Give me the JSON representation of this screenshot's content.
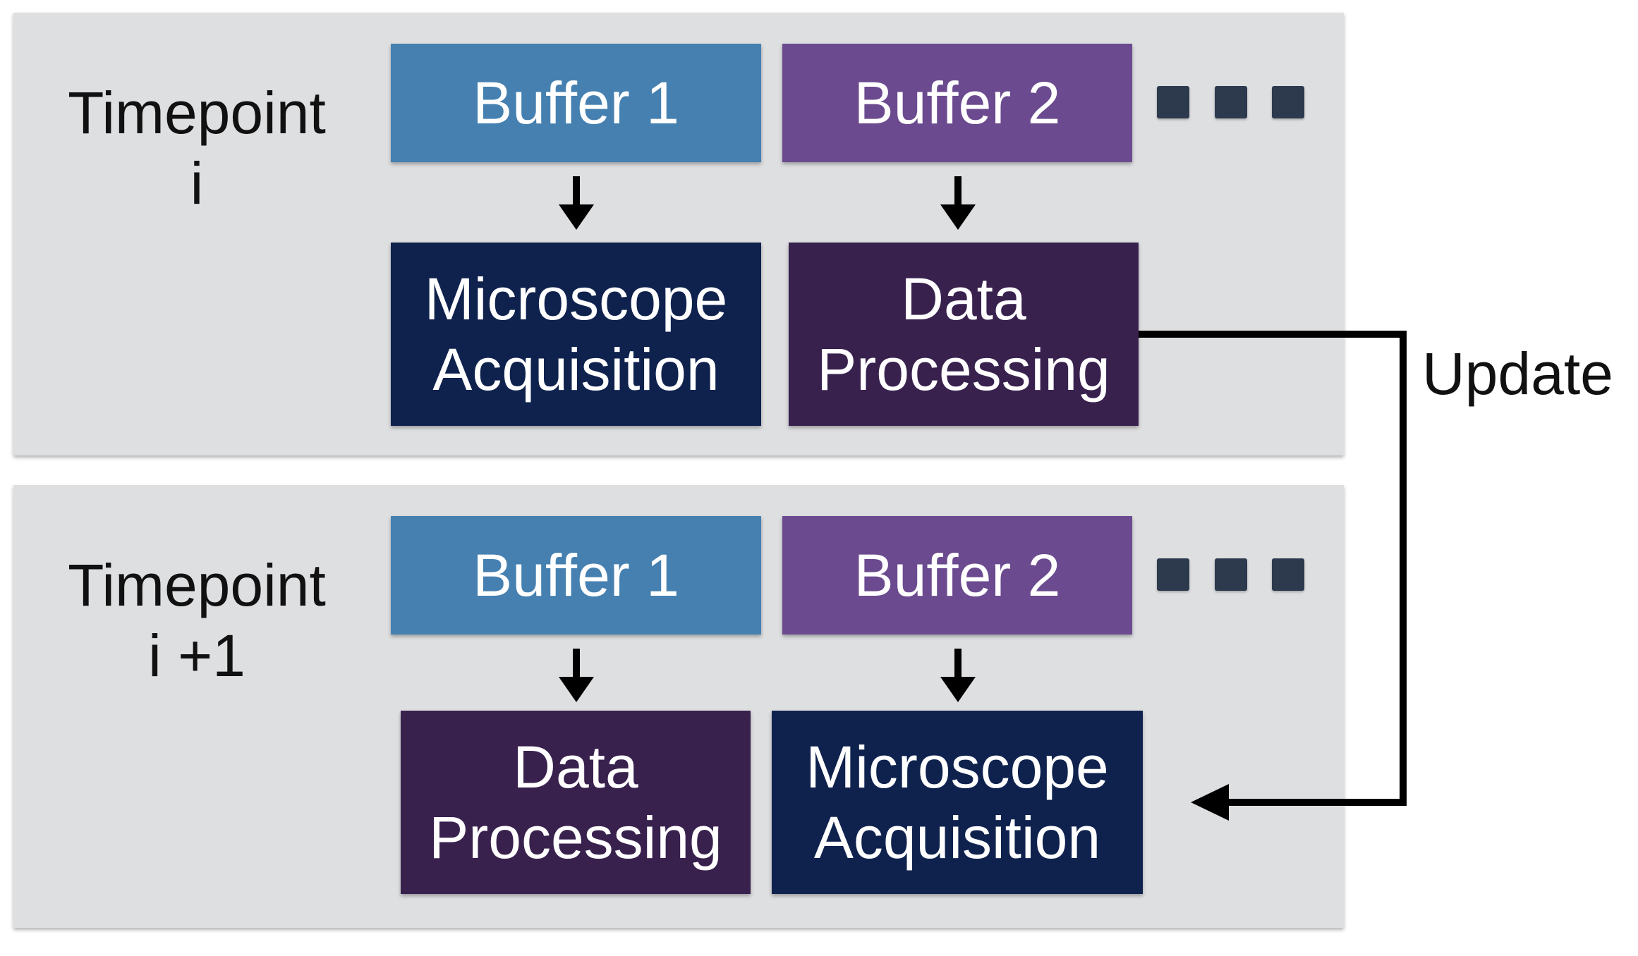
{
  "timepoints": [
    {
      "label_line1": "Timepoint",
      "label_line2": "i",
      "buffer1": "Buffer 1",
      "buffer2": "Buffer 2",
      "left_process": {
        "line1": "Microscope",
        "line2": "Acquisition"
      },
      "right_process": {
        "line1": "Data",
        "line2": "Processing"
      }
    },
    {
      "label_line1": "Timepoint",
      "label_line2": "i +1",
      "buffer1": "Buffer 1",
      "buffer2": "Buffer 2",
      "left_process": {
        "line1": "Data",
        "line2": "Processing"
      },
      "right_process": {
        "line1": "Microscope",
        "line2": "Acquisition"
      }
    }
  ],
  "connector_label": "Update",
  "colors": {
    "panel_bg": "#dedfe1",
    "buffer1": "#4580b0",
    "buffer2": "#6b4a8f",
    "acquisition": "#0f224e",
    "processing": "#39214e",
    "ellipsis_square": "#2d3a4e"
  }
}
